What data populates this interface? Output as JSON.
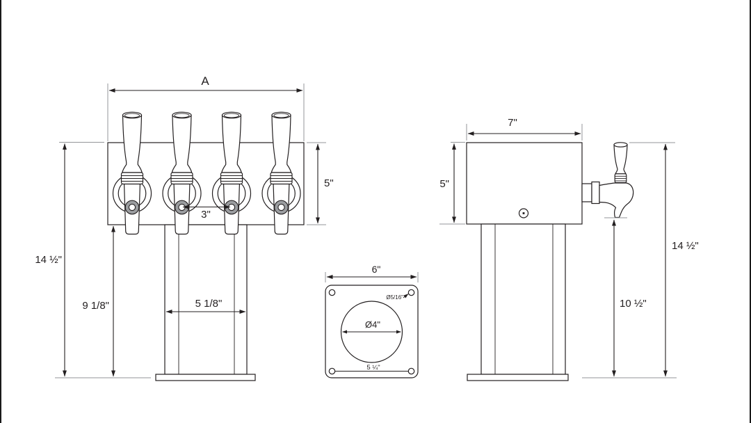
{
  "drawing": {
    "type": "technical-dimension-drawing",
    "subject": "4-faucet draft beer tower",
    "units": "inches",
    "colors": {
      "line": "#231f20",
      "extension_line": "#939598",
      "spout_ring_fill": "#9b9da0",
      "background": "#ffffff"
    },
    "front_view": {
      "faucet_count": 4,
      "labels": {
        "overall_width": "A",
        "body_height": "5\"",
        "faucet_spacing": "3\"",
        "overall_height": "14 ½\"",
        "base_to_body_height": "9 1/8\"",
        "column_width": "5 1/8\""
      }
    },
    "side_view": {
      "labels": {
        "body_depth": "7\"",
        "body_height": "5\"",
        "overall_height": "14 ½\"",
        "spout_to_base_height": "10 ½\""
      }
    },
    "base_plate_detail": {
      "labels": {
        "plate_width": "6\"",
        "center_hole_diameter": "Ø4\"",
        "mounting_hole_diameter": "Ø5/16\"",
        "mounting_hole_spacing": "5 ¼\""
      }
    }
  }
}
